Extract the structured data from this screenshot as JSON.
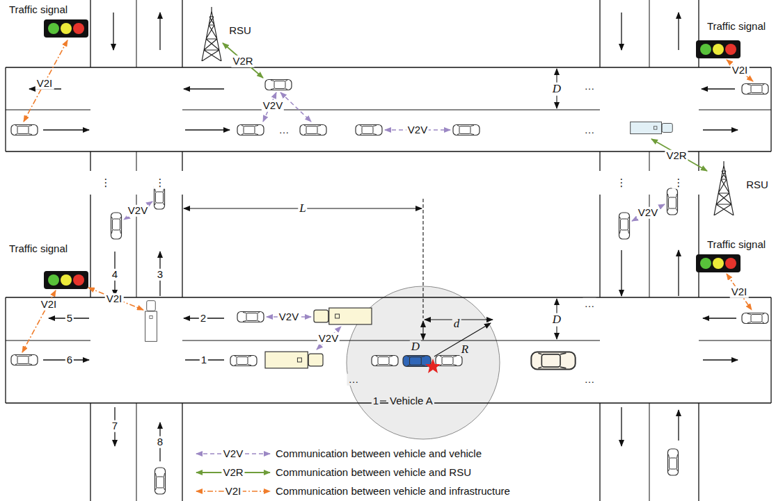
{
  "diagram": {
    "labels": [
      "Traffic signal",
      "RSU",
      "V2R",
      "Traffic signal",
      "V2I",
      "V2I",
      "V2V",
      "…",
      "V2V",
      "D",
      "…",
      "…",
      "⋮",
      "⋮",
      "⋮",
      "⋮",
      "V2R",
      "RSU",
      "V2V",
      "V2V",
      "Traffic signal",
      "Traffic signal",
      "4",
      "3",
      "V2I",
      "V2I",
      "5",
      "2",
      "L",
      "V2V",
      "d",
      "D",
      "V2I",
      "V2V",
      "R",
      "D",
      "…",
      "…",
      "…",
      "6",
      "1",
      "7",
      "8",
      "1",
      "Vehicle A",
      "V2V",
      "V2R",
      "V2I"
    ],
    "legend": [
      {
        "text": "Communication between vehicle and vehicle"
      },
      {
        "text": "Communication between vehicle and RSU"
      },
      {
        "text": "Communication between vehicle and infrastructure"
      }
    ]
  }
}
